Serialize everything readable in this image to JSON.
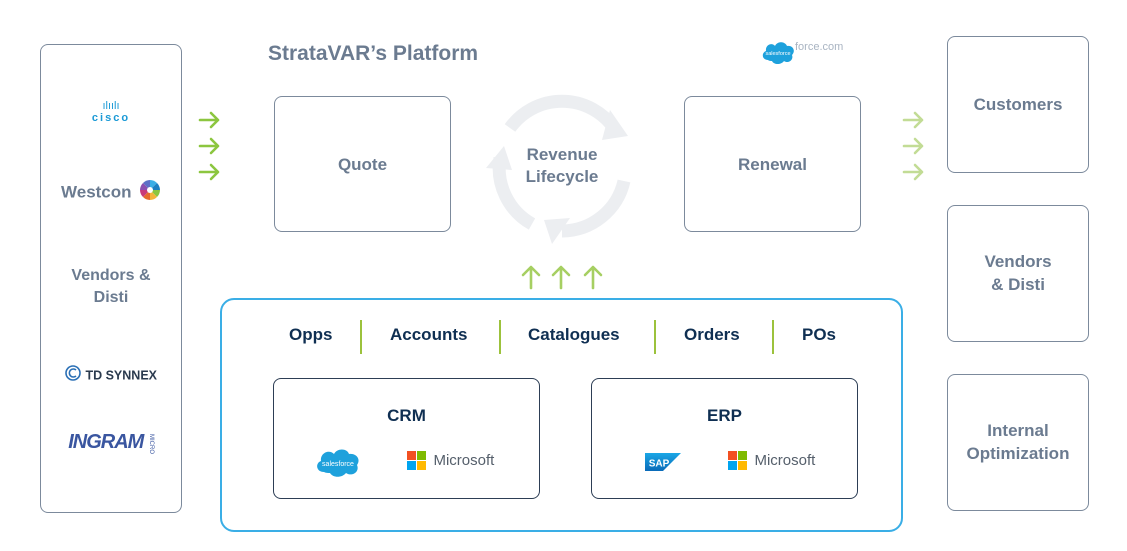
{
  "title": "StrataVAR’s Platform",
  "top_logo": {
    "salesforce_badge": "salesforce",
    "text": "force.com"
  },
  "left_column": {
    "cisco_bars": "ılıılı",
    "cisco": "cisco",
    "westcon": "Westcon",
    "label_line1": "Vendors &",
    "label_line2": "Disti",
    "td_synnex": "TD SYNNEX",
    "ingram": "INGRAM",
    "ingram_micro": "MICRO"
  },
  "flow": {
    "quote": "Quote",
    "revenue_line1": "Revenue",
    "revenue_line2": "Lifecycle",
    "renewal": "Renewal"
  },
  "right_column": {
    "customers": "Customers",
    "vendors_line1": "Vendors",
    "vendors_line2": "& Disti",
    "internal_line1": "Internal",
    "internal_line2": "Optimization"
  },
  "data_tabs": [
    "Opps",
    "Accounts",
    "Catalogues",
    "Orders",
    "POs"
  ],
  "systems": {
    "crm": {
      "title": "CRM",
      "salesforce": "salesforce",
      "microsoft": "Microsoft"
    },
    "erp": {
      "title": "ERP",
      "sap": "SAP",
      "microsoft": "Microsoft"
    }
  },
  "colors": {
    "accent_blue": "#3aaee6",
    "arrow_green": "#8cc63f",
    "arrow_light_green": "#c2dc95",
    "navy": "#0f2f52",
    "slate": "#6b7b90"
  }
}
